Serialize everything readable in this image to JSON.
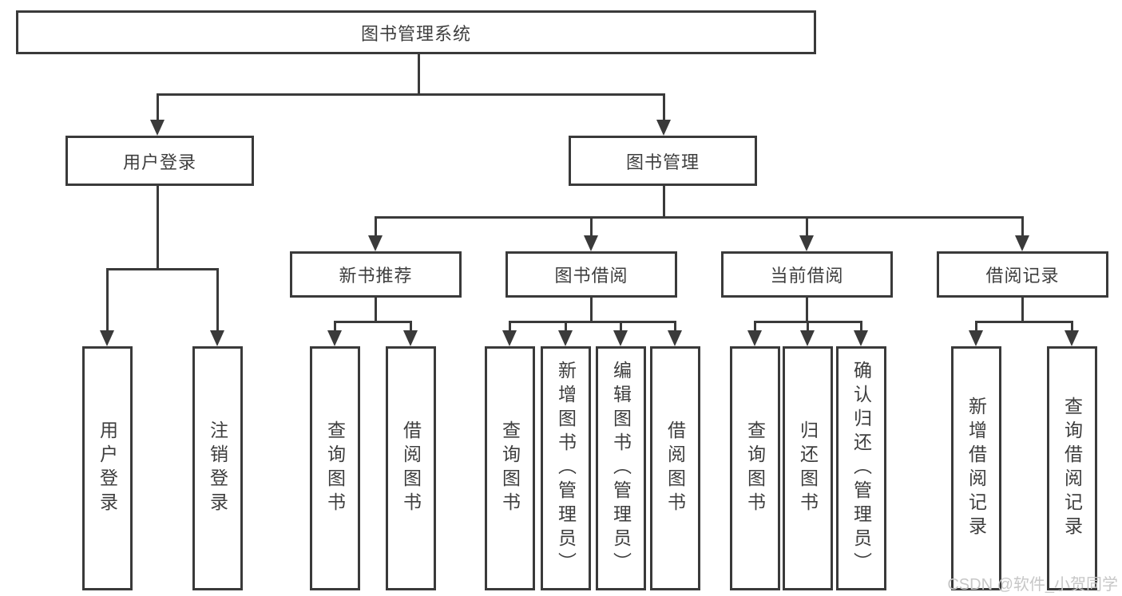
{
  "tree": {
    "root": {
      "label": "图书管理系统"
    },
    "branches": [
      {
        "label": "用户登录",
        "children": [
          {
            "label": "用户登录"
          },
          {
            "label": "注销登录"
          }
        ]
      },
      {
        "label": "图书管理",
        "sections": [
          {
            "label": "新书推荐",
            "children": [
              {
                "label": "查询图书"
              },
              {
                "label": "借阅图书"
              }
            ]
          },
          {
            "label": "图书借阅",
            "children": [
              {
                "label": "查询图书"
              },
              {
                "label": "新增图书（管理员）"
              },
              {
                "label": "编辑图书（管理员）"
              },
              {
                "label": "借阅图书"
              }
            ]
          },
          {
            "label": "当前借阅",
            "children": [
              {
                "label": "查询图书"
              },
              {
                "label": "归还图书"
              },
              {
                "label": "确认归还（管理员）"
              }
            ]
          },
          {
            "label": "借阅记录",
            "children": [
              {
                "label": "新增借阅记录"
              },
              {
                "label": "查询借阅记录"
              }
            ]
          }
        ]
      }
    ]
  },
  "watermark": {
    "text": "CSDN @软件_小贺同学"
  },
  "colors": {
    "line": "#3a3a3a",
    "text": "#3e3e3e",
    "background": "#ffffff",
    "watermark": "#c7c7c7"
  }
}
